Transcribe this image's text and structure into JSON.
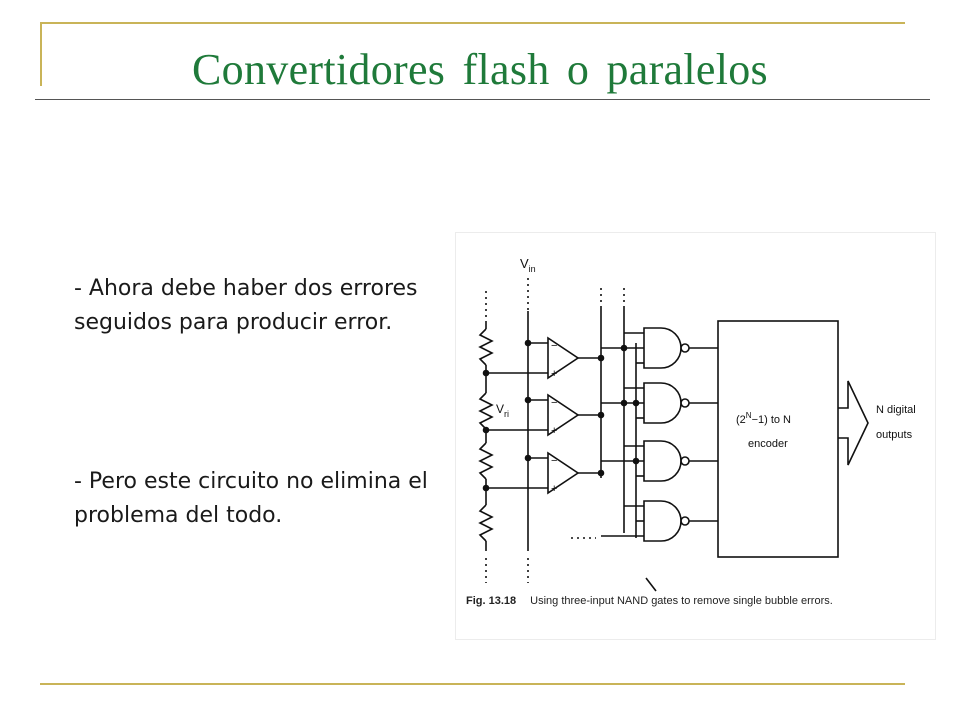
{
  "slide": {
    "title": "Convertidores flash o paralelos",
    "bullets": [
      "- Ahora debe haber dos errores seguidos para producir error.",
      "- Pero este circuito no elimina el problema del todo."
    ]
  },
  "figure": {
    "vin_label": "V",
    "vin_sub": "in",
    "vr_label": "V",
    "vr_sub": "ri",
    "encoder_line1": "(2",
    "encoder_sup": "N",
    "encoder_line1_rest": "−1) to N",
    "encoder_line2": "encoder",
    "output_line1": "N digital",
    "output_line2": "outputs",
    "caption_num": "Fig. 13.18",
    "caption_text": "Using three-input NAND gates to remove single bubble errors."
  },
  "colors": {
    "title": "#1f7a3a",
    "accent_line": "#c9b458"
  }
}
